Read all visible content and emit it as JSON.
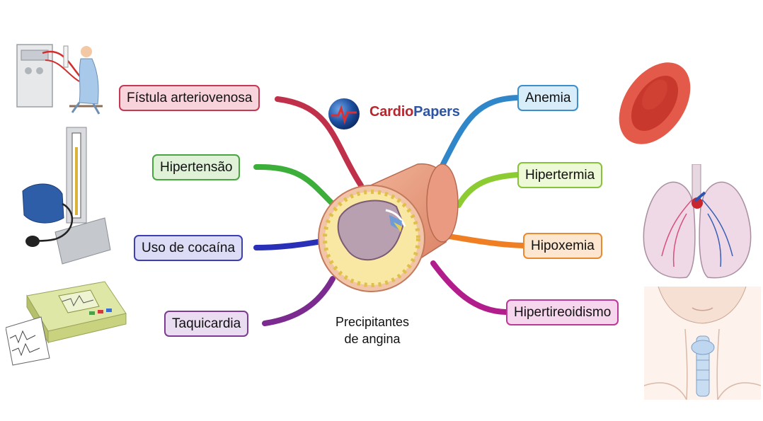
{
  "center": {
    "caption_line1": "Precipitantes",
    "caption_line2": "de angina"
  },
  "logo": {
    "part1": "Cardio",
    "part2": "Papers",
    "color1": "#b8262e",
    "color2": "#2d55a4"
  },
  "branches": [
    {
      "id": "fistula",
      "label": "Fístula arteriovenosa",
      "side": "left",
      "stroke": "#c0304a",
      "fill": "#f9d3dc",
      "border": "#c23b53"
    },
    {
      "id": "hipertensao",
      "label": "Hipertensão",
      "side": "left",
      "stroke": "#3cae3a",
      "fill": "#dff2d8",
      "border": "#47a640"
    },
    {
      "id": "cocaina",
      "label": "Uso de cocaína",
      "side": "left",
      "stroke": "#2a2fb8",
      "fill": "#dcdcf7",
      "border": "#3d3fb3"
    },
    {
      "id": "taquicardia",
      "label": "Taquicardia",
      "side": "left",
      "stroke": "#7b2a90",
      "fill": "#eadcf1",
      "border": "#7d3b93"
    },
    {
      "id": "anemia",
      "label": "Anemia",
      "side": "right",
      "stroke": "#2f86c8",
      "fill": "#d8edfa",
      "border": "#3c8fcc"
    },
    {
      "id": "hipertermia",
      "label": "Hipertermia",
      "side": "right",
      "stroke": "#8ccc32",
      "fill": "#eef9d7",
      "border": "#86c23a"
    },
    {
      "id": "hipoxemia",
      "label": "Hipoxemia",
      "side": "right",
      "stroke": "#ef7f22",
      "fill": "#fde6cf",
      "border": "#e98a30"
    },
    {
      "id": "hipertireoidismo",
      "label": "Hipertireoidismo",
      "side": "right",
      "stroke": "#b21d8c",
      "fill": "#f6d6ec",
      "border": "#bb3a97"
    }
  ],
  "illustrations": [
    {
      "id": "hemodialysis",
      "icon": "hemodialysis-patient-icon"
    },
    {
      "id": "sphygmomanometer",
      "icon": "sphygmomanometer-icon"
    },
    {
      "id": "ecg",
      "icon": "ecg-machine-icon"
    },
    {
      "id": "rbc",
      "icon": "red-blood-cell-icon"
    },
    {
      "id": "lungs",
      "icon": "lungs-icon"
    },
    {
      "id": "thyroid",
      "icon": "neck-thyroid-icon"
    },
    {
      "id": "artery",
      "icon": "artery-atheroma-icon"
    }
  ]
}
